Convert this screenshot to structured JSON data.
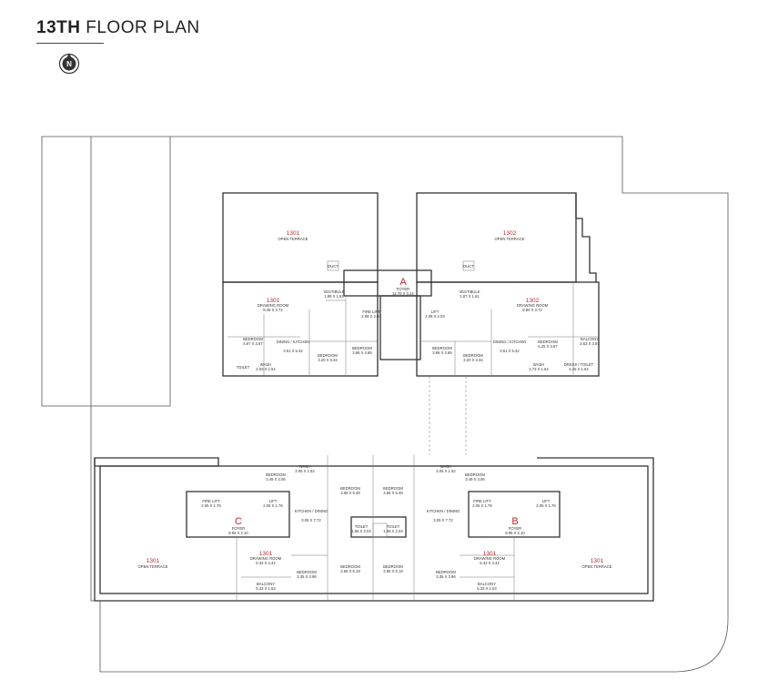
{
  "header": {
    "title_bold": "13TH",
    "title_rest": "FLOOR PLAN"
  },
  "compass": {
    "letter": "N"
  },
  "plan": {
    "unit_1301_top": "1301",
    "unit_1302_top": "1302",
    "open_terrace": "OPEN TERRACE",
    "duct": "DUCT",
    "foyer_a_letter": "A",
    "foyer_a": "FOYER",
    "foyer_a_dim": "11.70 X 3.14",
    "vestibule": "VESTIBULE",
    "vestibule_dim": "1.89 X 1.51",
    "vestibule_r_dim": "1.87 X 1.51",
    "fire_lift": "FIRE LIFT",
    "fire_lift_a_dim": "2.08 X 2.03",
    "lift": "LIFT",
    "lift_a_dim": "2.08 X 2.03",
    "drawing_room": "DRAWING ROOM",
    "dr_1301_top_dim": "8.49 X 3.72",
    "dr_1302_top_dim": "8.80 X 3.72",
    "bedroom": "BEDROOM",
    "bed_l1_dim": "4.87 X 3.87",
    "bed_l2_dim": "3.20 X 3.34",
    "bed_l3_dim": "3.66 X 4.86",
    "bed_r1_dim": "3.66 X 4.86",
    "bed_r2_dim": "3.20 X 3.34",
    "bed_r3_dim": "5.25 X 3.87",
    "dining_kitchen": "DINING / KITCHEN",
    "dk_top_l_dim": "3.51 X 5.32",
    "dk_top_r_dim": "3.51 X 5.32",
    "wash": "WASH",
    "wash_l_dim": "2.03 X 1.54",
    "wash_r_dim": "2.73 X 1.54",
    "balcony": "BALCONY",
    "balcony_top_dim": "2.53 X 3.87",
    "dress_toilet": "DRESS / TOILET",
    "dress_toilet_dim": "4.45 X 1.54",
    "toilet": "TOILET",
    "foyer_c_letter": "C",
    "foyer_b_letter": "B",
    "foyer": "FOYER",
    "foyer_cb_dim": "8.95 X 2.10",
    "fire_lift_cb_dim": "2.05 X 1.76",
    "lift_cb_dim": "2.05 X 1.76",
    "unit_1301_bottom": "1301",
    "unit_1301_bottom_r": "1301",
    "dr_bottom_dim": "5.33 X 4.42",
    "balcony_bottom_dim": "5.33 X 1.53",
    "bed_b1_dim": "3.49 X 3.06",
    "bed_b2_dim": "3.65 X 5.48",
    "bed_b3_dim": "3.35 X 3.96",
    "bed_b4_dim": "3.65 X 5.19",
    "wash_b_dim": "3.05 X 1.52",
    "kitchen_dining": "KITCHEN / DINING",
    "kd_dim": "3.05 X 7.72",
    "toilet_b_dim": "1.86 X 2.03",
    "unit_1301_terrace_l": "1301",
    "unit_1301_terrace_r": "1301"
  }
}
